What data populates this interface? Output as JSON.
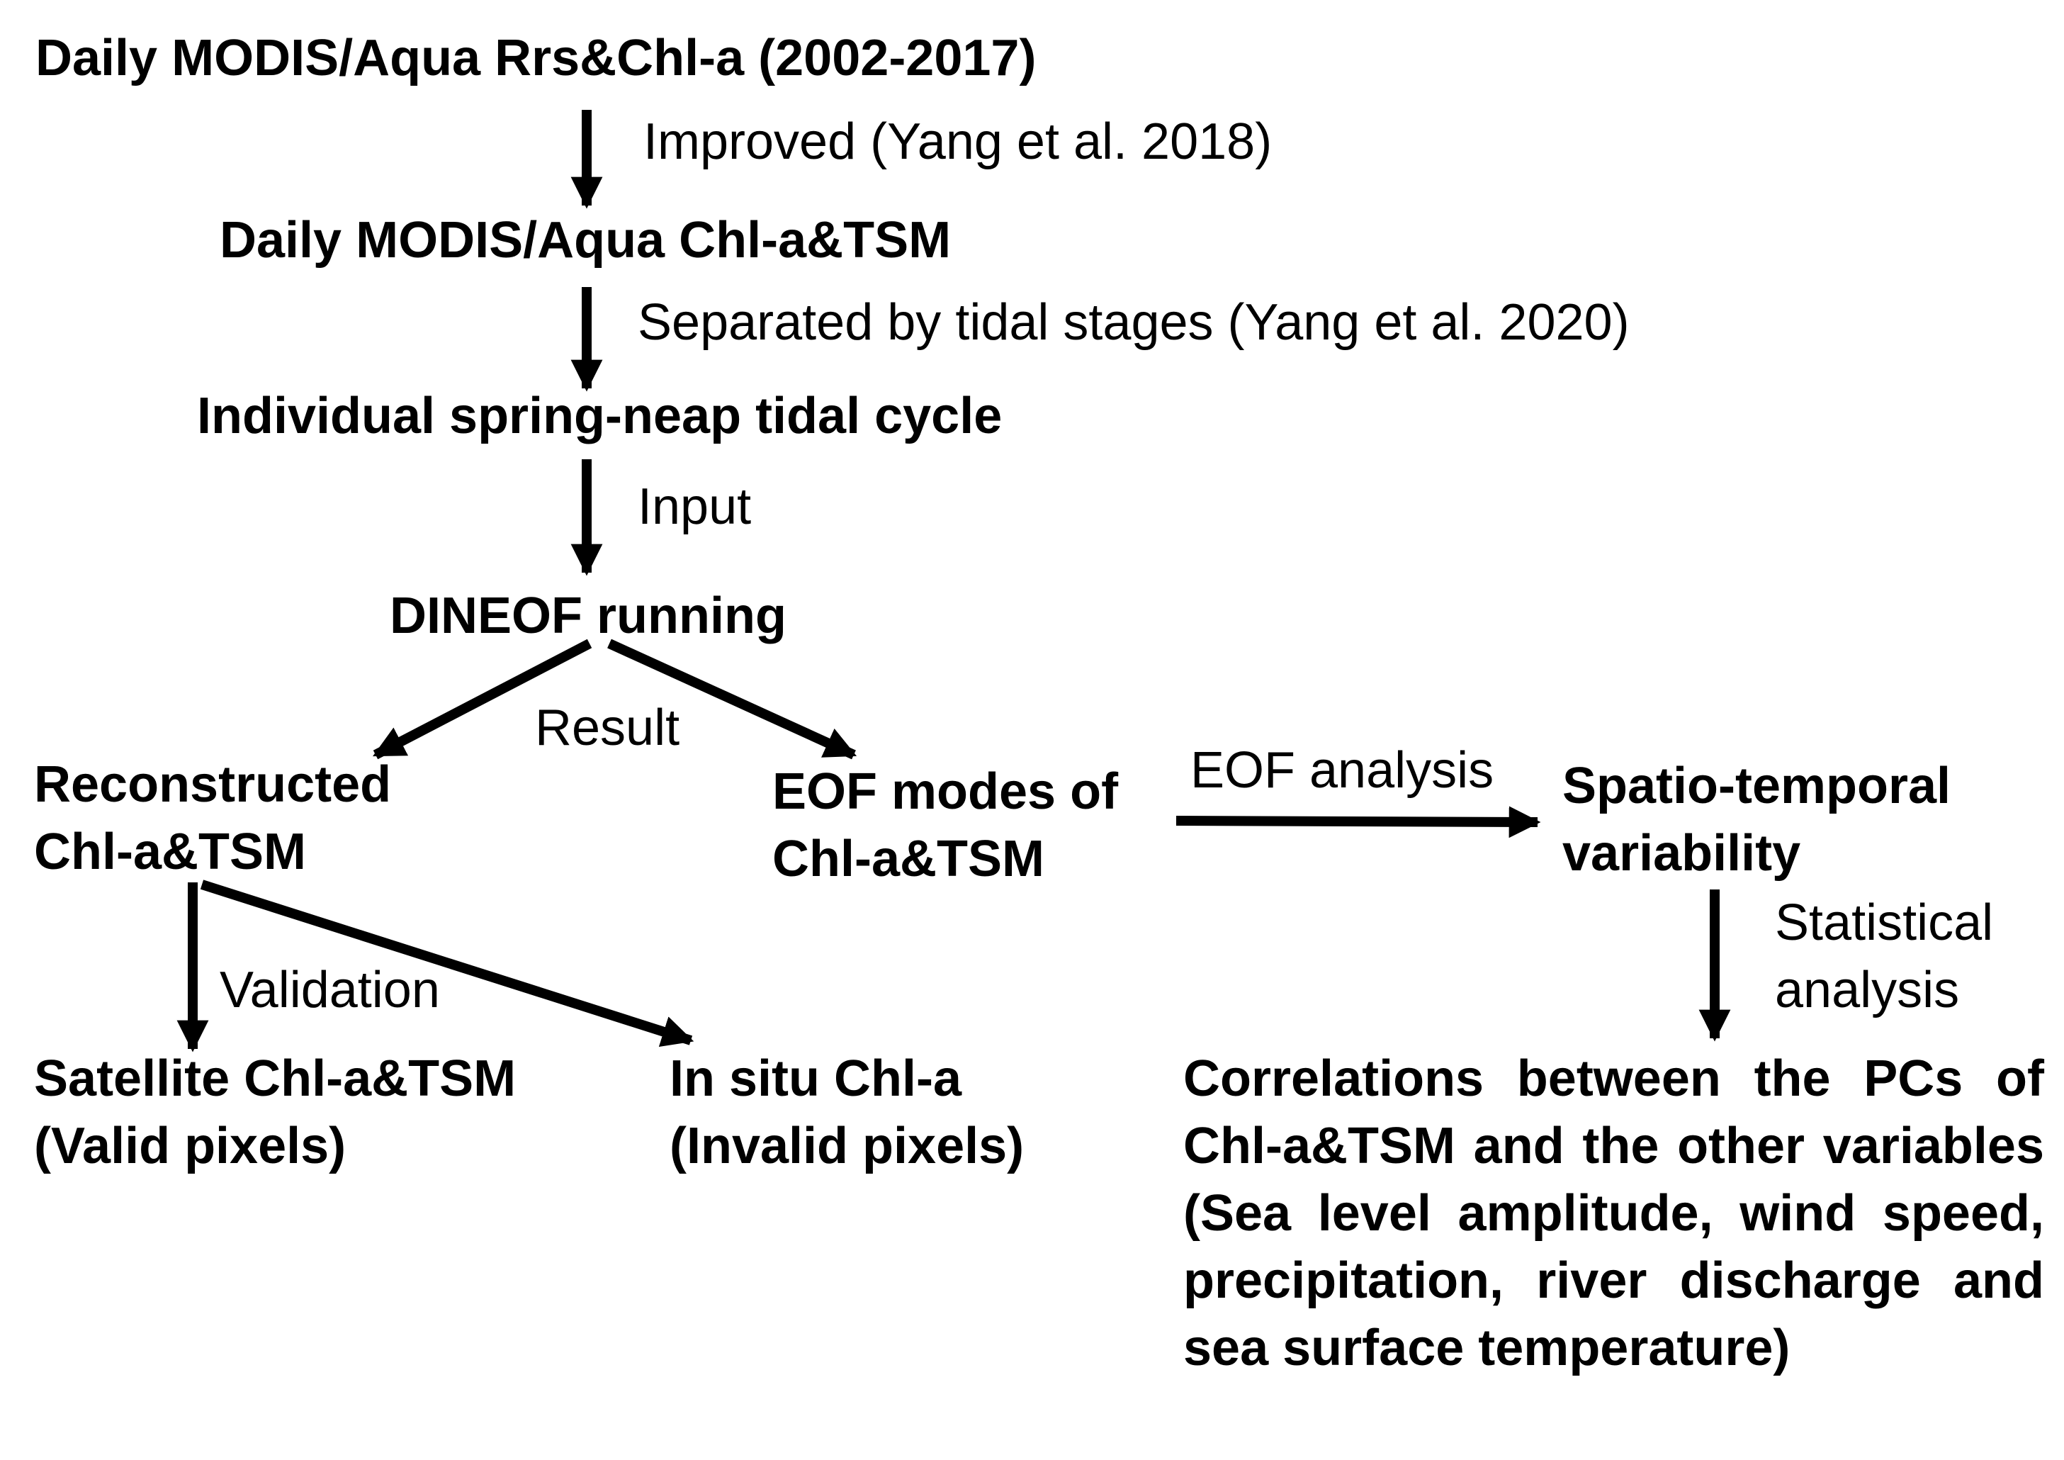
{
  "nodes": {
    "daily_rrs_chla": "Daily MODIS/Aqua Rrs&Chl-a (2002-2017)",
    "daily_chla_tsm": "Daily MODIS/Aqua Chl-a&TSM",
    "tidal_cycle": "Individual spring-neap tidal cycle",
    "dineof": "DINEOF running",
    "reconstructed": [
      "Reconstructed",
      "Chl-a&TSM"
    ],
    "eof_modes": [
      "EOF modes of",
      "Chl-a&TSM"
    ],
    "spatio_temporal": [
      "Spatio-temporal",
      "variability"
    ],
    "satellite": [
      "Satellite Chl-a&TSM",
      "(Valid pixels)"
    ],
    "in_situ": [
      "In situ Chl-a",
      "(Invalid pixels)"
    ],
    "correlations": "Correlations between the PCs of Chl-a&TSM and the other variables (Sea level amplitude, wind speed, precipitation, river discharge and sea surface temperature)"
  },
  "labels": {
    "improved": "Improved (Yang et al. 2018)",
    "separated": "Separated by tidal stages (Yang et al. 2020)",
    "input": "Input",
    "result": "Result",
    "eof_analysis": "EOF analysis",
    "validation": "Validation",
    "statistical": [
      "Statistical",
      "analysis"
    ]
  },
  "colors": {
    "text": "#000000",
    "arrow": "#000000",
    "background": "#ffffff"
  }
}
